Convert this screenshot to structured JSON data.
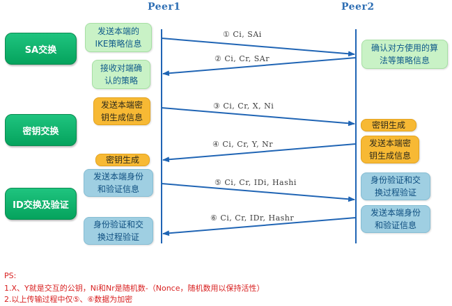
{
  "peers": {
    "left": "Peer1",
    "right": "Peer2"
  },
  "phases": {
    "sa": "SA交换",
    "key": "密钥交换",
    "id": "ID交换及验证"
  },
  "left_boxes": {
    "send_ike": [
      "发送本端的",
      "IKE策略信息"
    ],
    "recv_policy": [
      "接收对端确",
      "认的策略"
    ],
    "send_keygen": [
      "发送本端密",
      "钥生成信息"
    ],
    "keygen": "密钥生成",
    "send_auth": [
      "发送本端身份",
      "和验证信息"
    ],
    "verify": [
      "身份验证和交",
      "换过程验证"
    ]
  },
  "right_boxes": {
    "confirm": [
      "确认对方使用的算",
      "法等策略信息"
    ],
    "keygen": "密钥生成",
    "send_keygen": [
      "发送本端密",
      "钥生成信息"
    ],
    "verify": [
      "身份验证和交",
      "换过程验证"
    ],
    "send_auth": [
      "发送本端身份",
      "和验证信息"
    ]
  },
  "messages": {
    "m1": {
      "num": "①",
      "text": "Ci, SAi"
    },
    "m2": {
      "num": "②",
      "text": "Ci, Cr, SAr"
    },
    "m3": {
      "num": "③",
      "text": "Ci, Cr, X, Ni"
    },
    "m4": {
      "num": "④",
      "text": "Ci, Cr, Y, Nr"
    },
    "m5": {
      "num": "⑤",
      "text": "Ci, Cr, IDi, Hashi"
    },
    "m6": {
      "num": "⑥",
      "text": "Ci, Cr, IDr, Hashr"
    }
  },
  "notes": {
    "ps": "PS:",
    "line1": "1.X、Y就是交互的公钥，Ni和Nr是随机数-（Nonce，随机数用以保持活性）",
    "line2": "2.以上传输过程中仅⑤、⑥数据为加密"
  },
  "colors": {
    "arrow": "#1f64b4",
    "phase": "#05a35d",
    "green_box": "#c9f2c6",
    "blue_box": "#9fcfe2",
    "orange_box": "#f7b934",
    "note": "#d81e1e"
  }
}
